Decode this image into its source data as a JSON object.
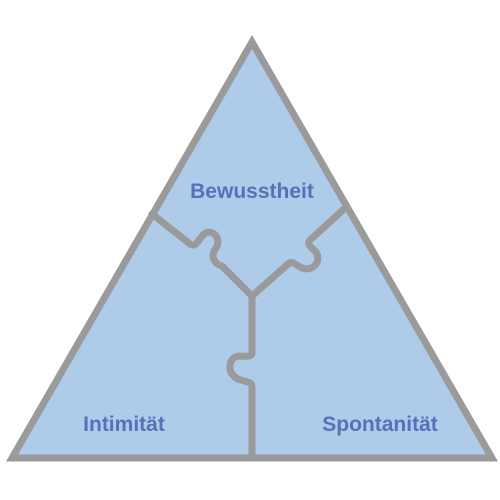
{
  "diagram": {
    "pieces": [
      {
        "id": "top",
        "label": "Bewusstheit"
      },
      {
        "id": "left",
        "label": "Intimität"
      },
      {
        "id": "right",
        "label": "Spontanität"
      }
    ]
  },
  "colors": {
    "fill": "#afcbea",
    "stroke": "#9a9a9a",
    "label": "#5572b8",
    "background": "#ffffff"
  }
}
